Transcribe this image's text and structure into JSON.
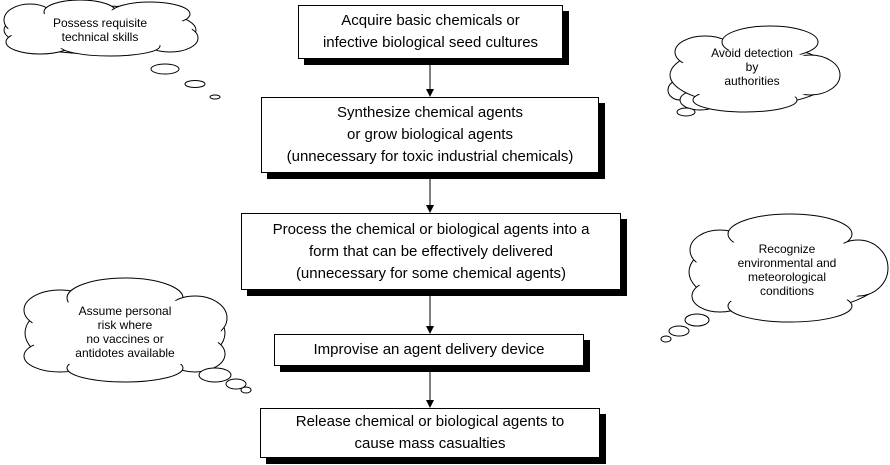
{
  "steps": [
    {
      "lines": [
        "Acquire basic chemicals or",
        "infective biological seed cultures"
      ]
    },
    {
      "lines": [
        "Synthesize chemical agents",
        "or grow biological agents",
        "(unnecessary for toxic industrial chemicals)"
      ]
    },
    {
      "lines": [
        "Process the chemical or biological agents into a",
        "form that can be effectively delivered",
        "(unnecessary for some chemical agents)"
      ]
    },
    {
      "lines": [
        "Improvise an agent delivery device"
      ]
    },
    {
      "lines": [
        "Release chemical or biological agents to",
        "cause mass casualties"
      ]
    }
  ],
  "clouds": [
    {
      "lines": [
        "Possess requisite",
        "technical skills"
      ]
    },
    {
      "lines": [
        "Avoid detection",
        "by",
        "authorities"
      ]
    },
    {
      "lines": [
        "Recognize",
        "environmental and",
        "meteorological",
        "conditions"
      ]
    },
    {
      "lines": [
        "Assume personal",
        "risk where",
        "no vaccines or",
        "antidotes available"
      ]
    }
  ]
}
